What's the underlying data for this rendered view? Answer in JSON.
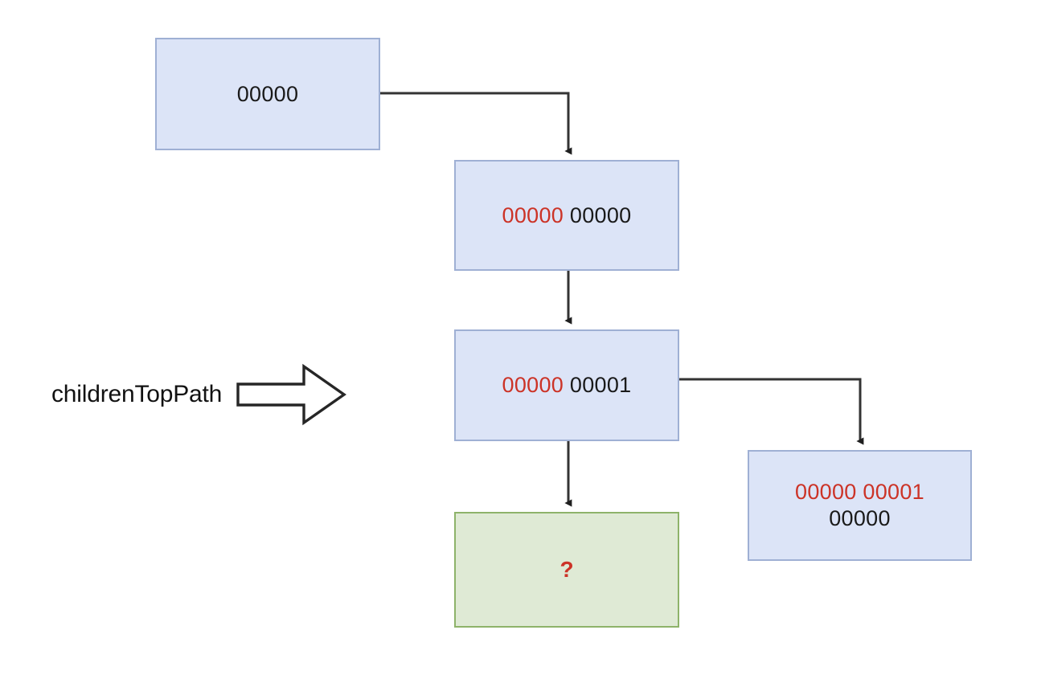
{
  "diagram": {
    "title": "childrenTopPath path derivation diagram",
    "background_color": "#ffffff",
    "colors": {
      "node_fill": "#dce4f7",
      "node_border": "#9fb0d4",
      "highlight_fill": "#dfead5",
      "highlight_border": "#8eb36a",
      "red_text": "#cc3327",
      "black_text": "#1a1a1a",
      "edge": "#333333"
    },
    "annotation": {
      "label": "childrenTopPath",
      "arrow_icon": "block-arrow-right-icon",
      "points_to": "node-lvl2"
    },
    "nodes": [
      {
        "id": "node-root",
        "kind": "blue",
        "lines": [
          {
            "segments": [
              {
                "text": "00000",
                "color": "black"
              }
            ]
          }
        ]
      },
      {
        "id": "node-lvl1",
        "kind": "blue",
        "lines": [
          {
            "segments": [
              {
                "text": "00000",
                "color": "red"
              },
              {
                "text": " ",
                "color": "black"
              },
              {
                "text": "00000",
                "color": "black"
              }
            ]
          }
        ]
      },
      {
        "id": "node-lvl2",
        "kind": "blue",
        "lines": [
          {
            "segments": [
              {
                "text": "00000",
                "color": "red"
              },
              {
                "text": " ",
                "color": "black"
              },
              {
                "text": "00001",
                "color": "black"
              }
            ]
          }
        ]
      },
      {
        "id": "node-child",
        "kind": "blue",
        "lines": [
          {
            "segments": [
              {
                "text": "00000 00001",
                "color": "red"
              }
            ]
          },
          {
            "segments": [
              {
                "text": "00000",
                "color": "black"
              }
            ]
          }
        ]
      },
      {
        "id": "node-unknown",
        "kind": "green",
        "lines": [
          {
            "segments": [
              {
                "text": "?",
                "color": "red"
              }
            ]
          }
        ]
      }
    ],
    "edges": [
      {
        "id": "edge-root-to-lvl1",
        "from": "node-root",
        "to": "node-lvl1",
        "style": "elbow-right-down"
      },
      {
        "id": "edge-lvl1-to-lvl2",
        "from": "node-lvl1",
        "to": "node-lvl2",
        "style": "straight-down"
      },
      {
        "id": "edge-lvl2-to-unknown",
        "from": "node-lvl2",
        "to": "node-unknown",
        "style": "straight-down"
      },
      {
        "id": "edge-lvl2-to-child",
        "from": "node-lvl2",
        "to": "node-child",
        "style": "elbow-right-down"
      }
    ]
  },
  "text": {
    "node_root_line1": "00000",
    "node_lvl1_red": "00000",
    "node_lvl1_black": "00000",
    "node_lvl2_red": "00000",
    "node_lvl2_black": "00001",
    "node_child_line1": "00000 00001",
    "node_child_line2": "00000",
    "node_unknown_text": "?",
    "annotation_label": "childrenTopPath"
  }
}
